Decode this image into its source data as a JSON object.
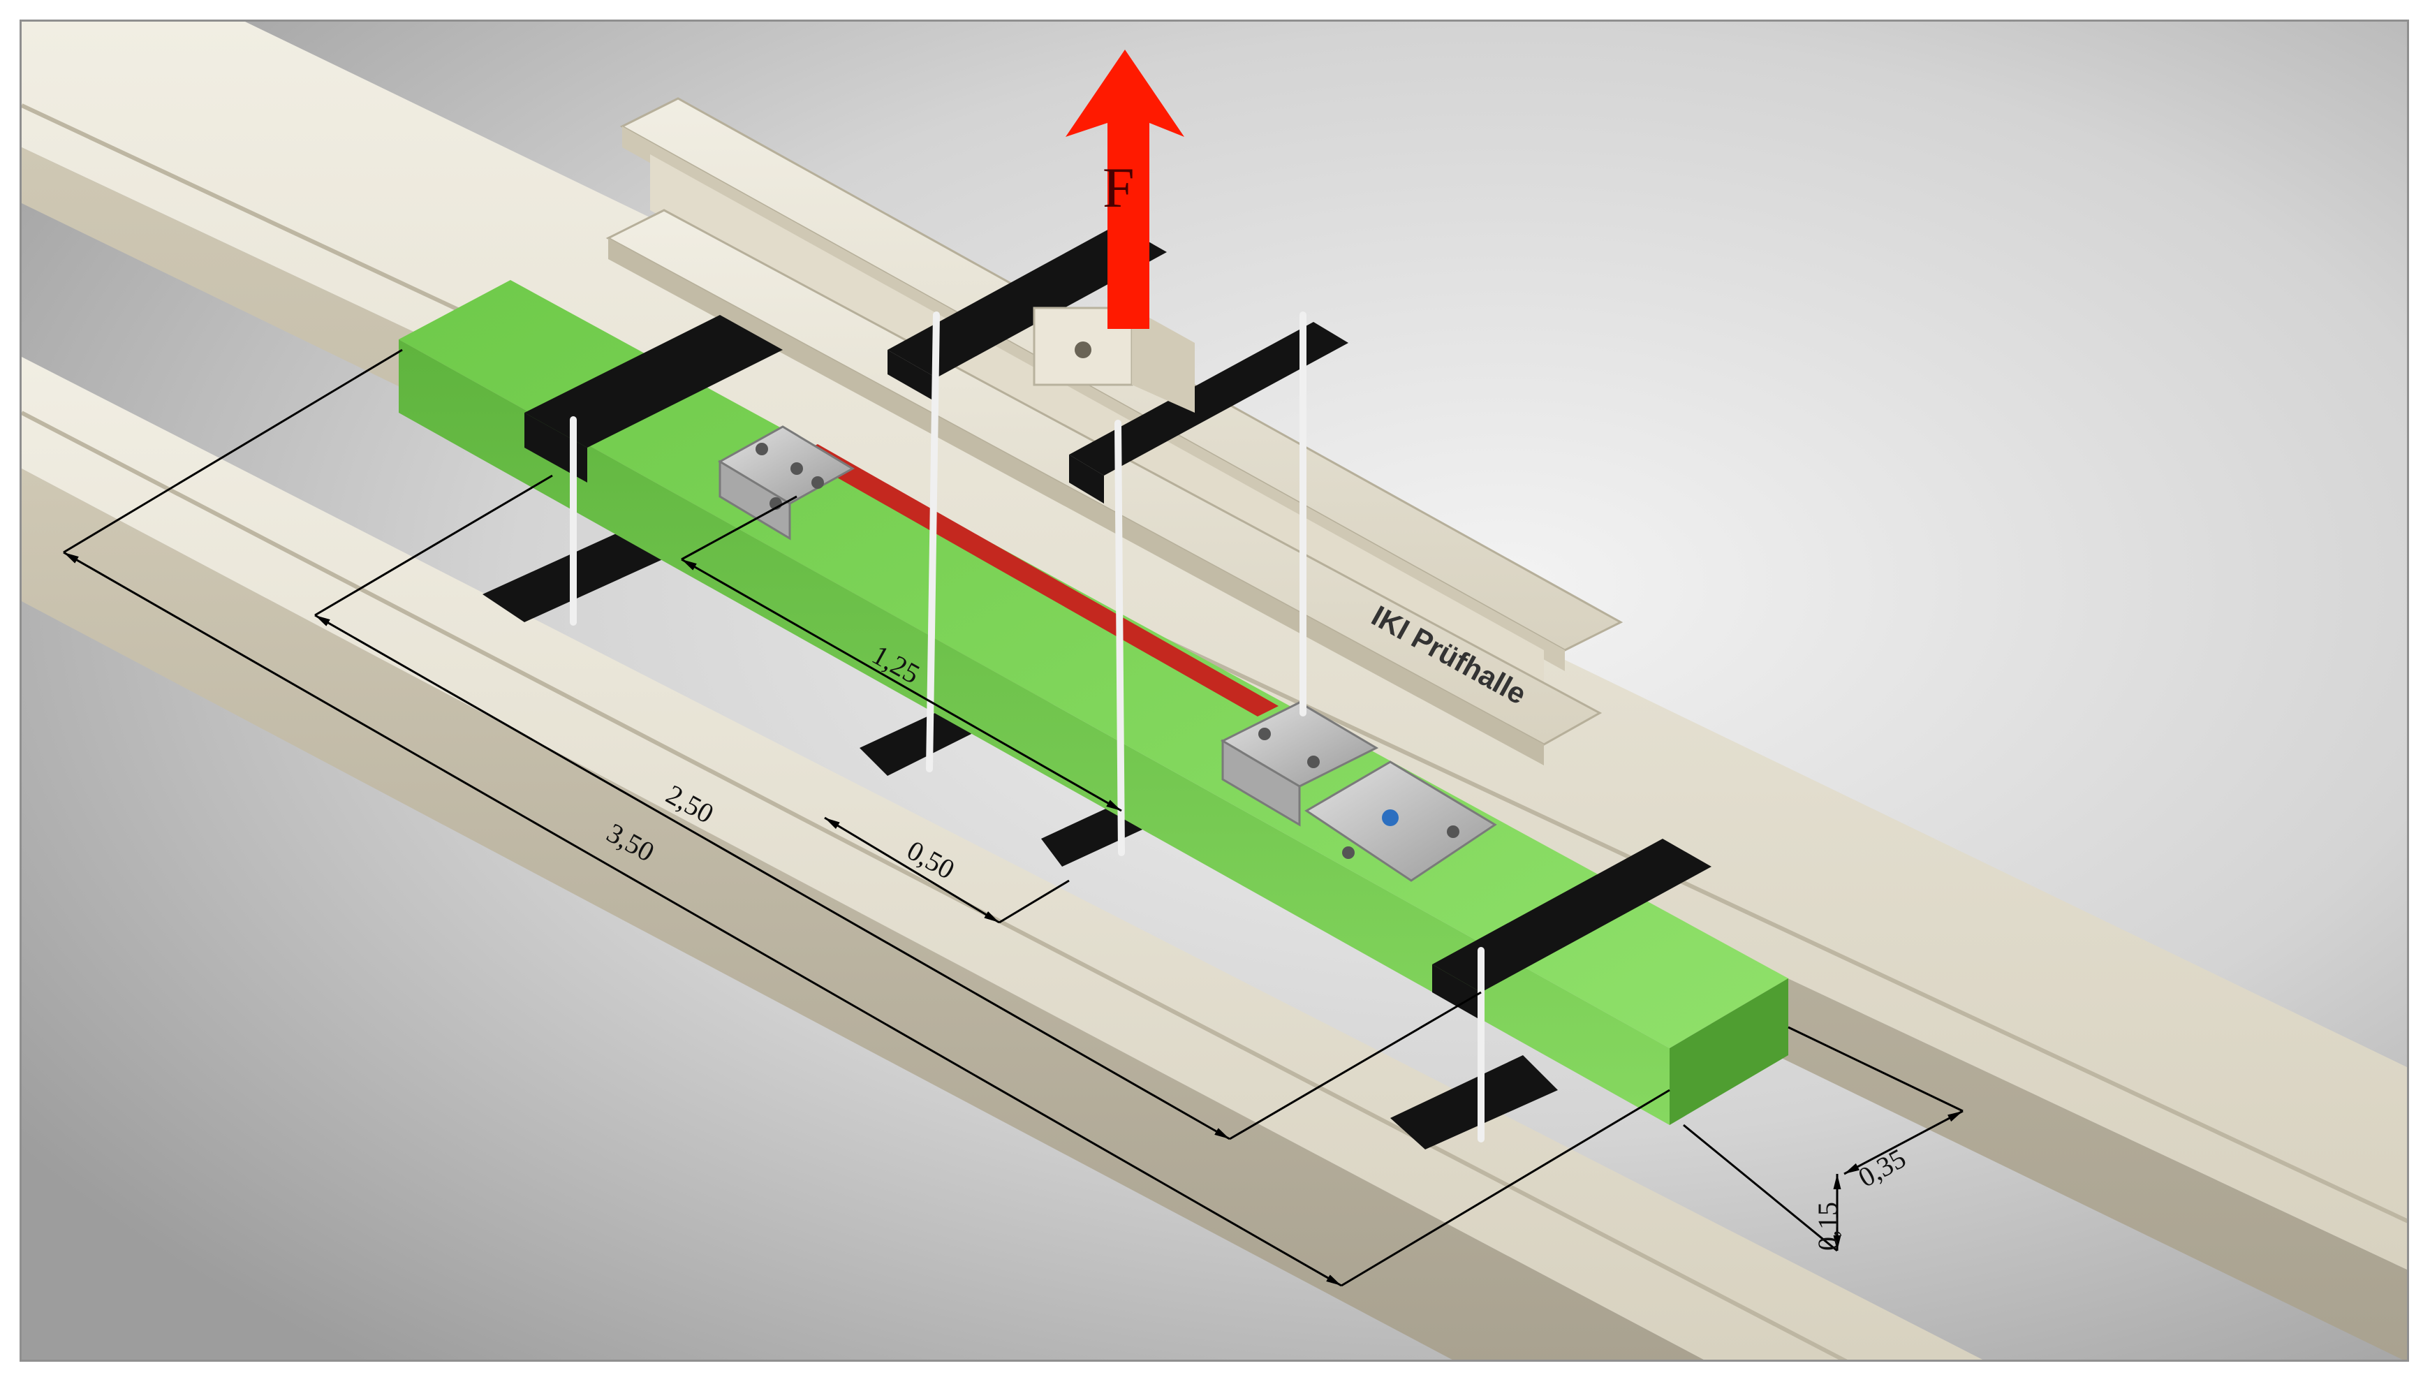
{
  "figure": {
    "labels": {
      "force": "F",
      "lab_sign": "IKI Prüfhalle"
    },
    "dimensions": {
      "length_total": "3,50",
      "length_supports": "2,50",
      "length_specimen": "1,25",
      "load_spacing": "0,50",
      "section_width": "0,35",
      "section_height": "0,15"
    },
    "colors": {
      "background": "#c6c6c6",
      "rail": "#e7e2d3",
      "green_beam": "#7fd55a",
      "force_arrow": "#ff1a00",
      "clamp_bar": "#121212",
      "red_specimen": "#c4281f",
      "steel": "#bdbdbd"
    }
  }
}
